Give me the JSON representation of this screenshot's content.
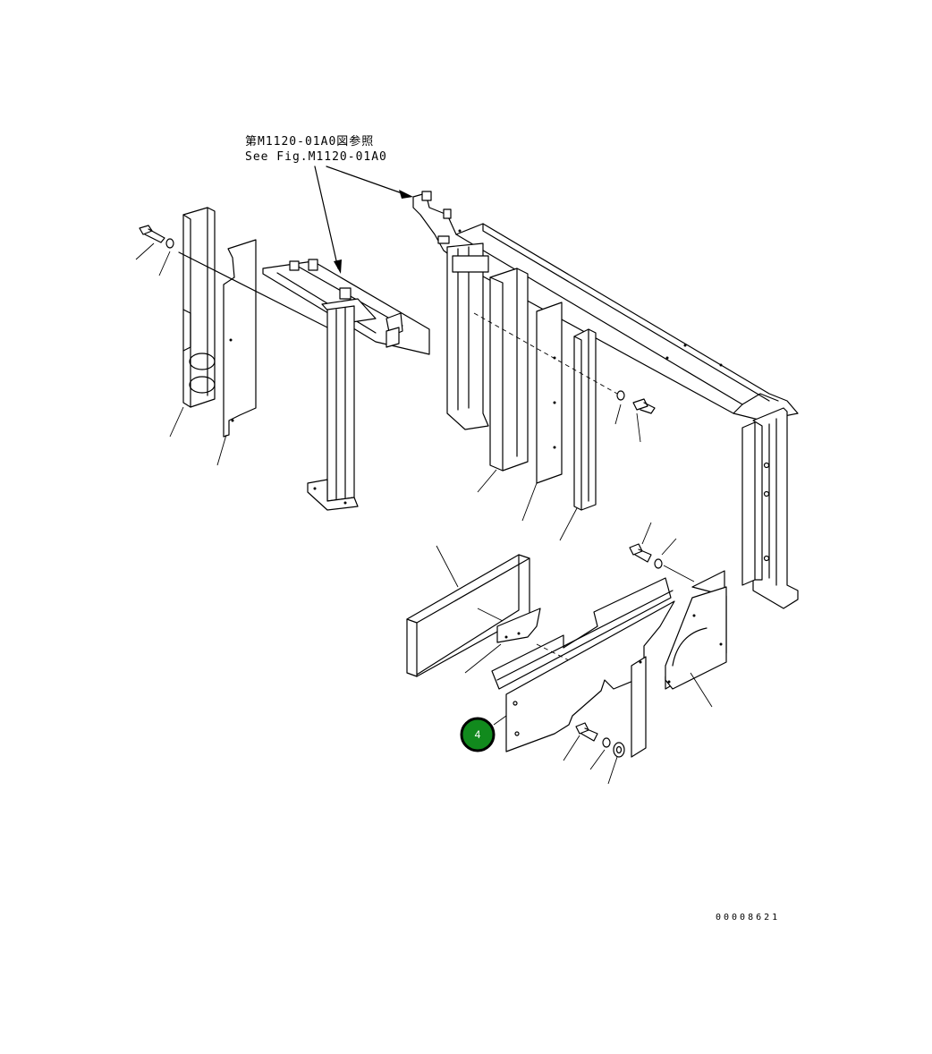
{
  "reference": {
    "line1": "第M1120-01A0図参照",
    "line2": "See Fig.M1120-01A0"
  },
  "callout": {
    "number": "4",
    "color": "#118a1d"
  },
  "document_number": "00008621"
}
